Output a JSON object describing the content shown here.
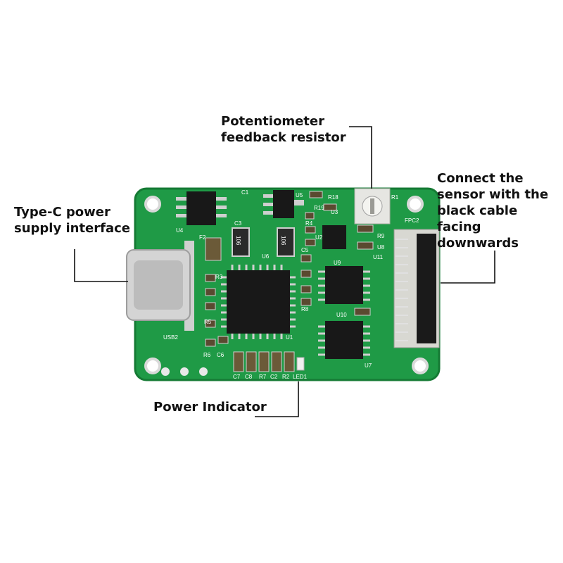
{
  "callouts": {
    "potentiometer": "Potentiometer\nfeedback resistor",
    "typec": "Type-C power\nsupply interface",
    "sensor": "Connect the\nsensor with the\nblack cable facing\ndownwards",
    "power": "Power Indicator"
  },
  "silkscreen": {
    "u4": "U4",
    "f2": "F2",
    "c1": "C1",
    "u5": "U5",
    "r18": "R18",
    "r1": "R1",
    "c3": "C3",
    "r19": "R19",
    "u3": "U3",
    "r4": "R4",
    "u2": "U2",
    "r9": "R9",
    "u8": "U8",
    "fpc2": "FPC2",
    "u6": "U6",
    "c5": "C5",
    "r3": "R3",
    "u9": "U9",
    "u11": "U11",
    "r8": "R8",
    "u10": "U10",
    "r5": "R5",
    "u1": "U1",
    "r6": "R6",
    "c6": "C6",
    "u7": "U7",
    "usb2": "USB2",
    "c7": "C7",
    "c8": "C8",
    "r7": "R7",
    "c2": "C2",
    "r2": "R2",
    "led1": "LED1",
    "cap_label": "106"
  },
  "colors": {
    "pcb": "#1f9a46",
    "pcb_edge": "#157a34",
    "chip": "#181818",
    "connector": "#d8d8d2",
    "copper": "#c8c8c8"
  }
}
